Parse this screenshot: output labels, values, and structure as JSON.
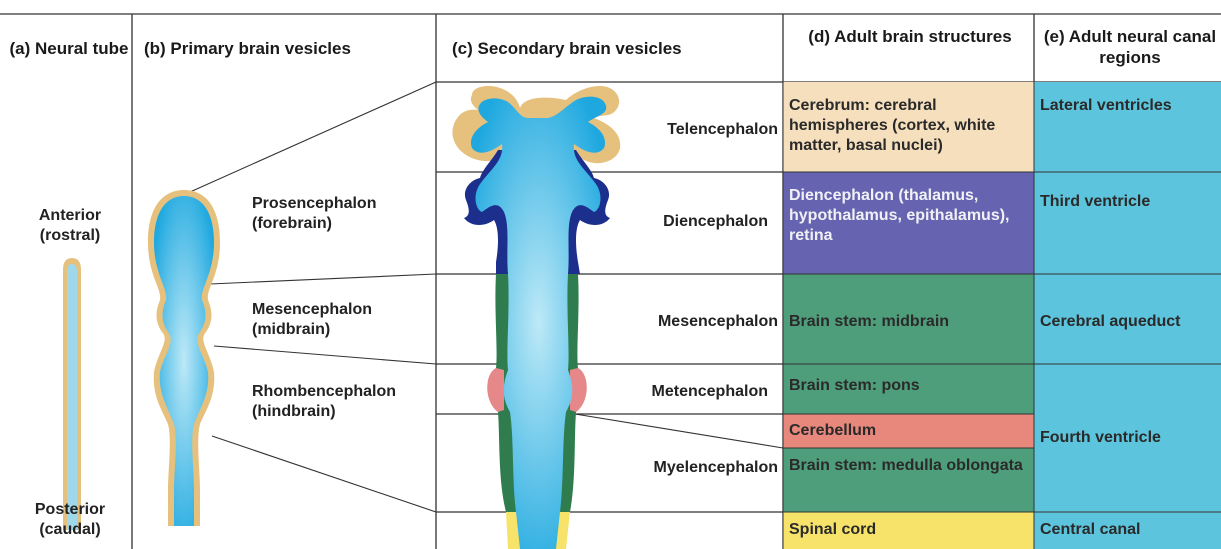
{
  "headers": {
    "a": "(a) Neural tube",
    "b": "(b) Primary brain vesicles",
    "c": "(c) Secondary brain vesicles",
    "d": "(d) Adult brain structures",
    "e": "(e) Adult neural canal regions"
  },
  "axis": {
    "anterior": "Anterior (rostral)",
    "posterior": "Posterior (caudal)"
  },
  "primary": {
    "prosencephalon": "Prosencephalon (forebrain)",
    "mesencephalon": "Mesencephalon (midbrain)",
    "rhombencephalon": "Rhombencephalon (hindbrain)"
  },
  "secondary": {
    "telencephalon": "Telencephalon",
    "diencephalon": "Diencephalon",
    "mesencephalon": "Mesencephalon",
    "metencephalon": "Metencephalon",
    "myelencephalon": "Myelencephalon"
  },
  "adult_structures": {
    "cerebrum": "Cerebrum: cerebral hemispheres (cortex, white matter, basal nuclei)",
    "diencephalon": "Diencephalon (thalamus, hypothalamus, epithalamus), retina",
    "midbrain": "Brain stem: midbrain",
    "pons": "Brain stem: pons",
    "cerebellum": "Cerebellum",
    "medulla": "Brain stem: medulla oblongata",
    "spinal_cord": "Spinal cord"
  },
  "canal_regions": {
    "lateral": "Lateral ventricles",
    "third": "Third ventricle",
    "aqueduct": "Cerebral aqueduct",
    "fourth": "Fourth ventricle",
    "central": "Central canal"
  },
  "colors": {
    "telencephalon": "#f5dfbc",
    "diencephalon": "#6663b0",
    "mesencephalon": "#4f9e7b",
    "cerebellum": "#e8887c",
    "spinal_cord": "#f7e36a",
    "canal": "#5cc4dc",
    "lumen": "#2fb0e0",
    "wall_tan": "#e6c07d",
    "wall_blue": "#1d2f8c",
    "wall_green": "#2f7d4f",
    "wall_pink": "#e6888a"
  }
}
